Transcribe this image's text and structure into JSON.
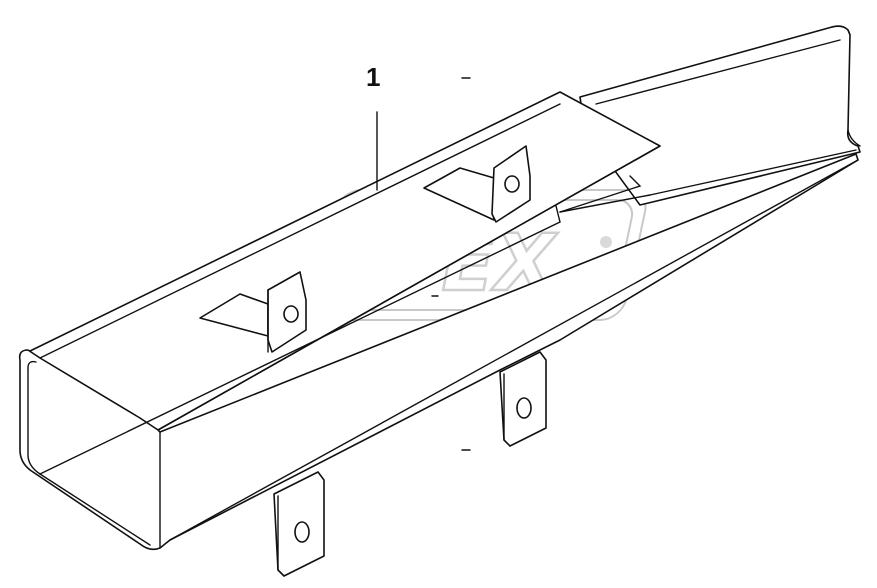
{
  "diagram": {
    "callouts": [
      {
        "id": "callout-1",
        "label": "1"
      }
    ],
    "watermark": {
      "text": "OPEX",
      "color": "#cfcfcf"
    },
    "colors": {
      "line": "#111111",
      "background": "#ffffff"
    }
  }
}
